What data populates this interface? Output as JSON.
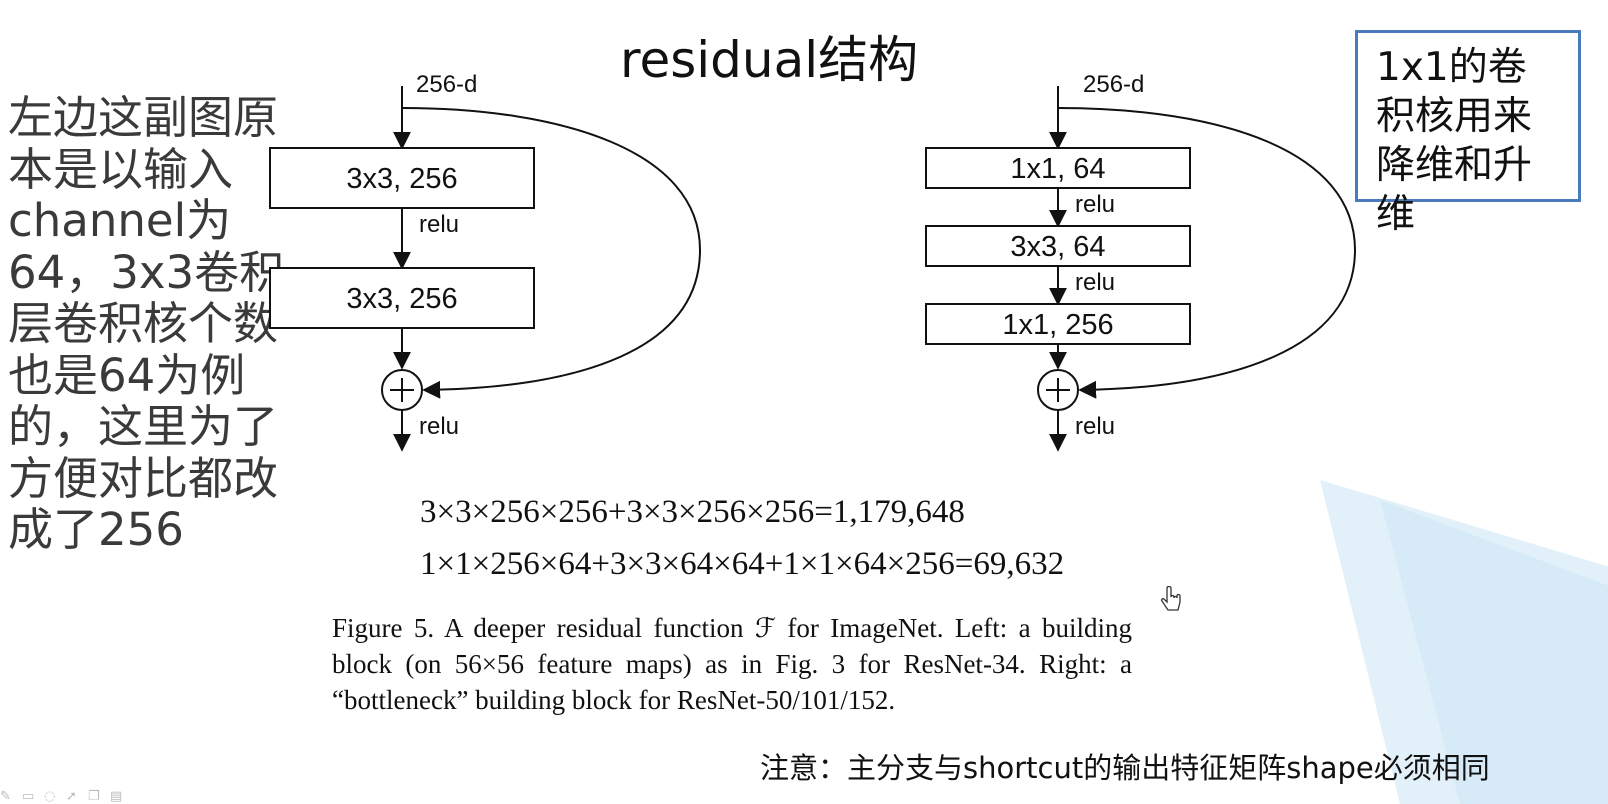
{
  "slide": {
    "title": "residual结构",
    "left_note": "左边这副图原本是以输入channel为64，3x3卷积层卷积核个数也是64为例的，这里为了方便对比都改成了256",
    "info_box": "1x1的卷积核用来降维和升维",
    "bottom_note": "注意：主分支与shortcut的输出特征矩阵shape必须相同",
    "accent_color": "#4a7bbd"
  },
  "diagram": {
    "left": {
      "input_label": "256-d",
      "blocks": [
        "3x3, 256",
        "3x3, 256"
      ],
      "relu_labels": [
        "relu",
        "relu"
      ]
    },
    "right": {
      "input_label": "256-d",
      "blocks": [
        "1x1, 64",
        "3x3, 64",
        "1x1, 256"
      ],
      "relu_labels": [
        "relu",
        "relu",
        "relu"
      ]
    }
  },
  "equations": {
    "eq1": "3×3×256×256+3×3×256×256=1,179,648",
    "eq2": "1×1×256×64+3×3×64×64+1×1×64×256=69,632"
  },
  "caption": {
    "text": "Figure 5. A deeper residual function ℱ for ImageNet. Left: a building block (on 56×56 feature maps) as in Fig. 3 for ResNet-34. Right: a “bottleneck” building block for ResNet-50/101/152."
  },
  "toolbar": {
    "icons": [
      "pen-icon",
      "highlighter-icon",
      "eraser-icon",
      "pointer-icon",
      "copy-icon",
      "notes-icon"
    ]
  }
}
